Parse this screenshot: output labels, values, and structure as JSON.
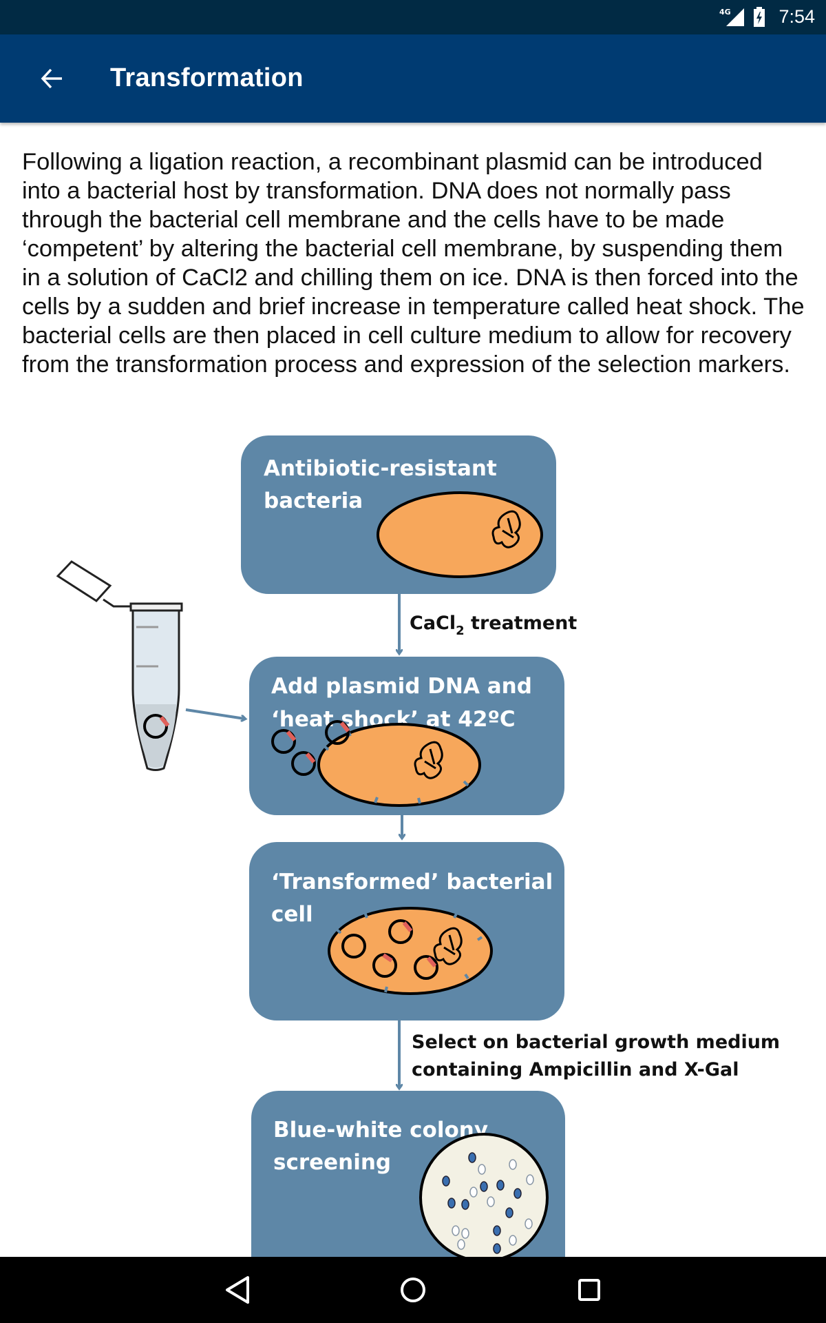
{
  "status_bar": {
    "network": "4G",
    "time": "7:54"
  },
  "app_bar": {
    "title": "Transformation",
    "back_icon": "arrow-back-icon"
  },
  "content": {
    "paragraph": "Following a ligation reaction, a recombinant plasmid can be introduced into a bacterial host by transformation. DNA does not normally pass through the bacterial cell membrane and the cells have to be made ‘competent’ by altering the bacterial cell membrane, by suspending them in a solution of CaCl2 and chilling them on ice. DNA is then forced into the cells by a sudden and brief increase in temperature called heat shock. The bacterial cells are then placed in cell culture medium to allow for recovery from the transformation process and expression of the selection markers."
  },
  "diagram": {
    "step1": {
      "line1": "Antibiotic-resistant",
      "line2": "bacteria"
    },
    "arrow1": {
      "main": "CaCl",
      "sub": "2",
      "rest": " treatment"
    },
    "step2": {
      "line1": "Add plasmid DNA and",
      "line2": "‘heat shock’ at 42ºC"
    },
    "step3": {
      "line1": "‘Transformed’ bacterial",
      "line2": "cell"
    },
    "arrow3": {
      "line1": "Select on bacterial growth medium",
      "line2": "containing Ampicillin and X-Gal"
    },
    "step4": {
      "line1": "Blue-white colony",
      "line2": "screening"
    },
    "colors": {
      "box": "#5e87a7",
      "cell": "#f7a75b",
      "plasmid_marker": "#e0605a",
      "blue_colony": "#3a6fb0",
      "plate": "#f3f1e4"
    }
  },
  "nav_bar": {
    "back_icon": "nav-back-icon",
    "home_icon": "nav-home-icon",
    "recents_icon": "nav-recents-icon"
  }
}
